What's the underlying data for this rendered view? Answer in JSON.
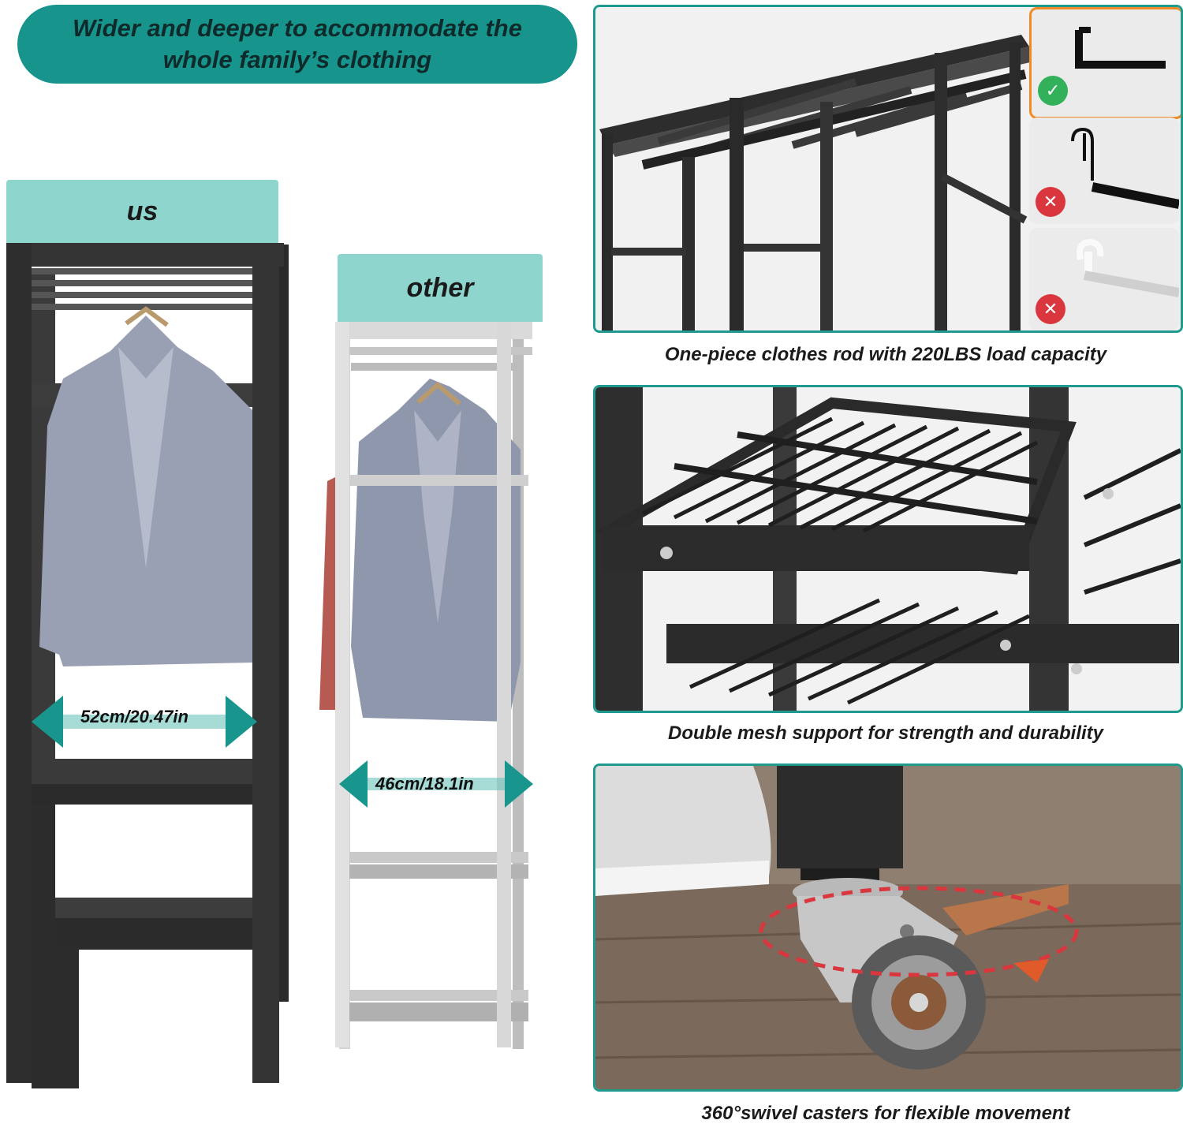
{
  "headline": {
    "line1": "Wider and deeper to accommodate the",
    "line2": "whole family’s clothing"
  },
  "comparison": {
    "us": {
      "label": "us",
      "width": "52cm/20.47in"
    },
    "other": {
      "label": "other",
      "width": "46cm/18.1in"
    }
  },
  "features": [
    {
      "caption": "One-piece clothes rod with 220LBS load capacity"
    },
    {
      "caption": "Double mesh support for strength and durability"
    },
    {
      "caption": "360°swivel casters for flexible movement"
    }
  ],
  "hook_options": [
    {
      "status": "correct",
      "icon": "check-icon"
    },
    {
      "status": "wrong",
      "icon": "x-icon"
    },
    {
      "status": "wrong",
      "icon": "x-icon"
    }
  ],
  "colors": {
    "teal": "#17958d",
    "light_teal": "#8dd5cd",
    "frame_dark": "#2f2f2f",
    "frame_light": "#c9c9c9",
    "shirt": "#9aa0b4",
    "check_green": "#33b05a",
    "x_red": "#d9363e",
    "accent_orange": "#f08a24"
  }
}
